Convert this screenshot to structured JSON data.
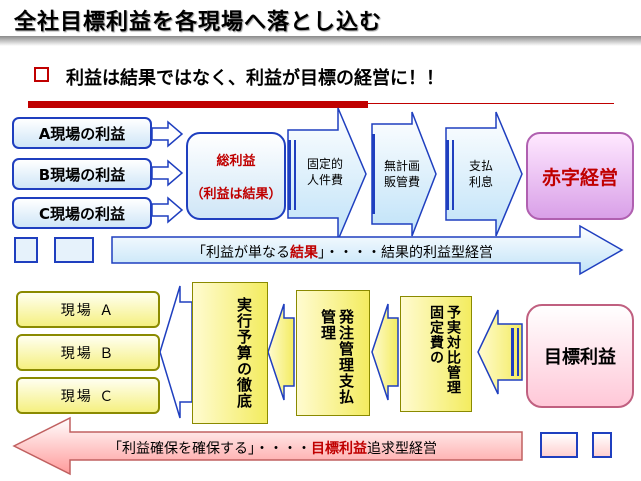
{
  "title": "全社目標利益を各現場へ落とし込む",
  "subtitle": "利益は結果ではなく、利益が目標の経営に！！",
  "top_flow": {
    "sources": [
      "A現場の利益",
      "B現場の利益",
      "C現場の利益"
    ],
    "total_title": "総利益",
    "total_note": "（利益は結果）",
    "costs": [
      {
        "line1": "固定的",
        "line2": "人件費"
      },
      {
        "line1": "無計画",
        "line2": "販管費"
      },
      {
        "line1": "支払",
        "line2": "利息"
      }
    ],
    "result": "赤字経営",
    "banner_pre": "「利益が単なる",
    "banner_emph": "結果",
    "banner_post": "」・・・・結果的利益型経営"
  },
  "bottom_flow": {
    "start": "目標利益",
    "steps": [
      "予実対比管理固定費の",
      "発注管理支払管理",
      "実行予算の徹底"
    ],
    "sites": [
      "現場 Ａ",
      "現場 Ｂ",
      "現場 Ｃ"
    ],
    "banner_pre": "「利益確保を確保する」・・・・",
    "banner_emph": "目標利益",
    "banner_post": "追求型経営"
  },
  "colors": {
    "accent_red": "#c00000",
    "box_blue": "#1f3fbf",
    "arrow_fill": "#d4ecfa"
  }
}
